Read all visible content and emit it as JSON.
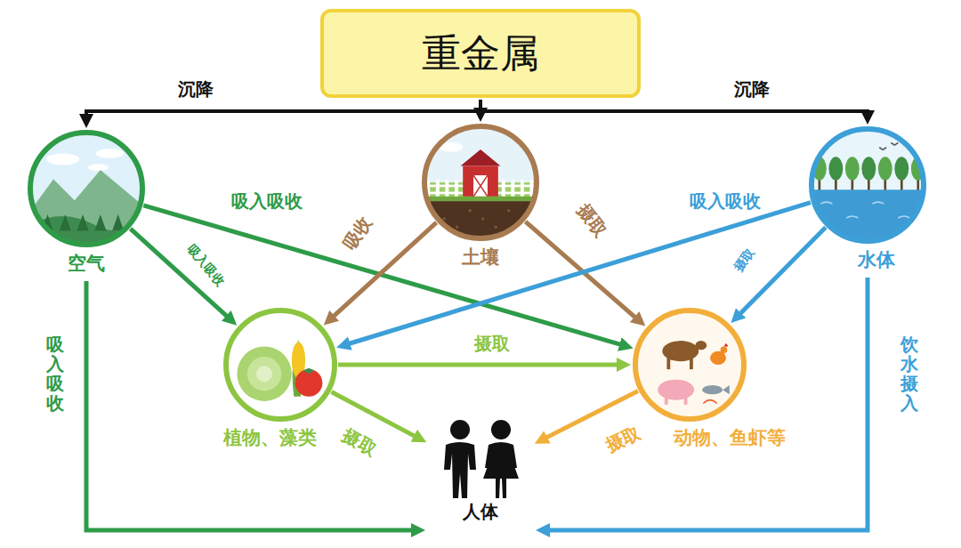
{
  "diagram": {
    "nodes": [
      {
        "text": [
          "重金属"
        ]
      },
      {
        "text": [
          "空气"
        ]
      },
      {
        "text": [
          "土壤"
        ]
      },
      {
        "text": [
          "水体"
        ]
      },
      {
        "text": [
          "植物、藻类"
        ]
      },
      {
        "text": [
          "动物、鱼虾等"
        ]
      },
      {
        "text": [
          "人体"
        ]
      }
    ],
    "edges": [
      {
        "from": 0,
        "to": 1,
        "label": "沉降",
        "arrow": "to"
      },
      {
        "from": 0,
        "to": 2,
        "arrow": "to"
      },
      {
        "from": 0,
        "to": 3,
        "label": "沉降",
        "arrow": "to"
      },
      {
        "from": 1,
        "to": 4,
        "label": "吸入吸收",
        "arrow": "to"
      },
      {
        "from": 1,
        "to": 5,
        "label": "吸入吸收",
        "arrow": "to"
      },
      {
        "from": 1,
        "to": 6,
        "label": "吸入吸收",
        "arrow": "to"
      },
      {
        "from": 2,
        "to": 4,
        "label": "吸收",
        "arrow": "to"
      },
      {
        "from": 2,
        "to": 5,
        "label": "摄取",
        "arrow": "to"
      },
      {
        "from": 3,
        "to": 4,
        "label": "吸入吸收",
        "arrow": "to"
      },
      {
        "from": 3,
        "to": 5,
        "label": "摄取",
        "arrow": "to"
      },
      {
        "from": 3,
        "to": 6,
        "label": "饮水摄入",
        "arrow": "to"
      },
      {
        "from": 4,
        "to": 5,
        "label": "摄取",
        "arrow": "to"
      },
      {
        "from": 4,
        "to": 6,
        "label": "摄取",
        "arrow": "to"
      },
      {
        "from": 5,
        "to": 6,
        "label": "摄取",
        "arrow": "to"
      }
    ]
  }
}
